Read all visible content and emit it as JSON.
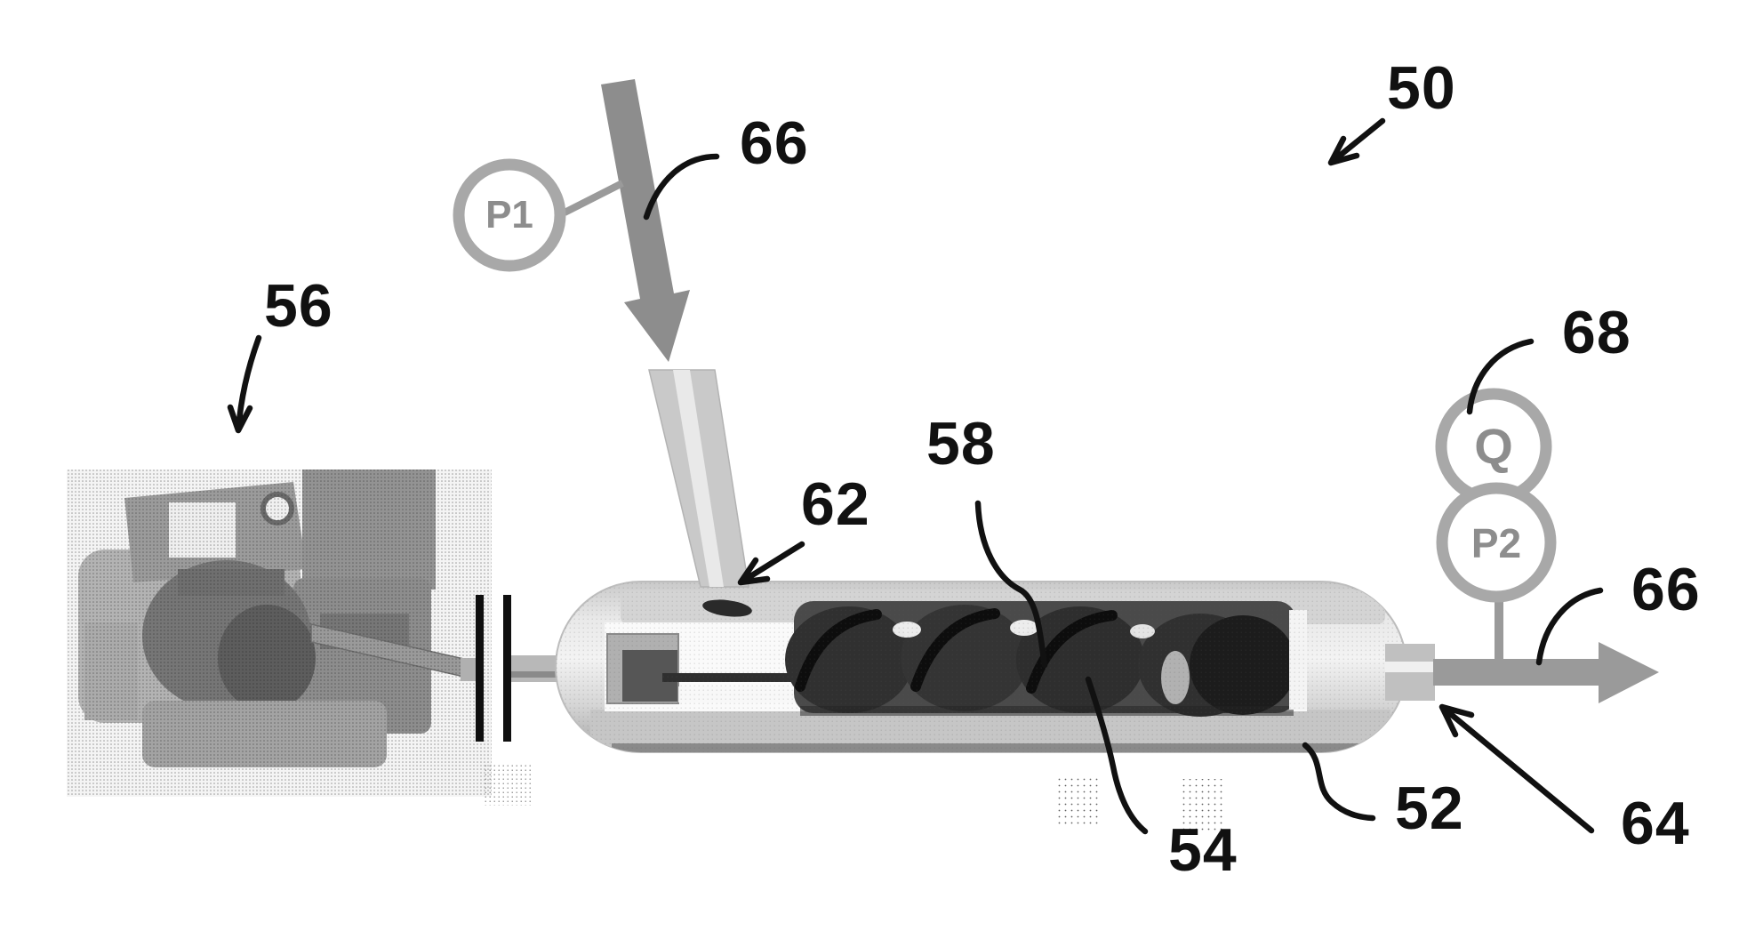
{
  "figure": {
    "reference_labels": {
      "r50": "50",
      "r52": "52",
      "r54": "54",
      "r56": "56",
      "r58": "58",
      "r62": "62",
      "r64": "64",
      "r66_feed": "66",
      "r66_out": "66",
      "r68": "68"
    },
    "gauges": {
      "p1": "P1",
      "q": "Q",
      "p2": "P2"
    },
    "colors": {
      "line": "#111111",
      "gray_flow": "#8f8f8f",
      "pipe": "#c9c9c9",
      "gauge_ring": "#a8a8a8",
      "gauge_text": "#8d8d8d",
      "vessel_light": "#ececec",
      "vessel_dark": "#b9b9b9",
      "screw_dark": "#2e2e2e"
    }
  }
}
